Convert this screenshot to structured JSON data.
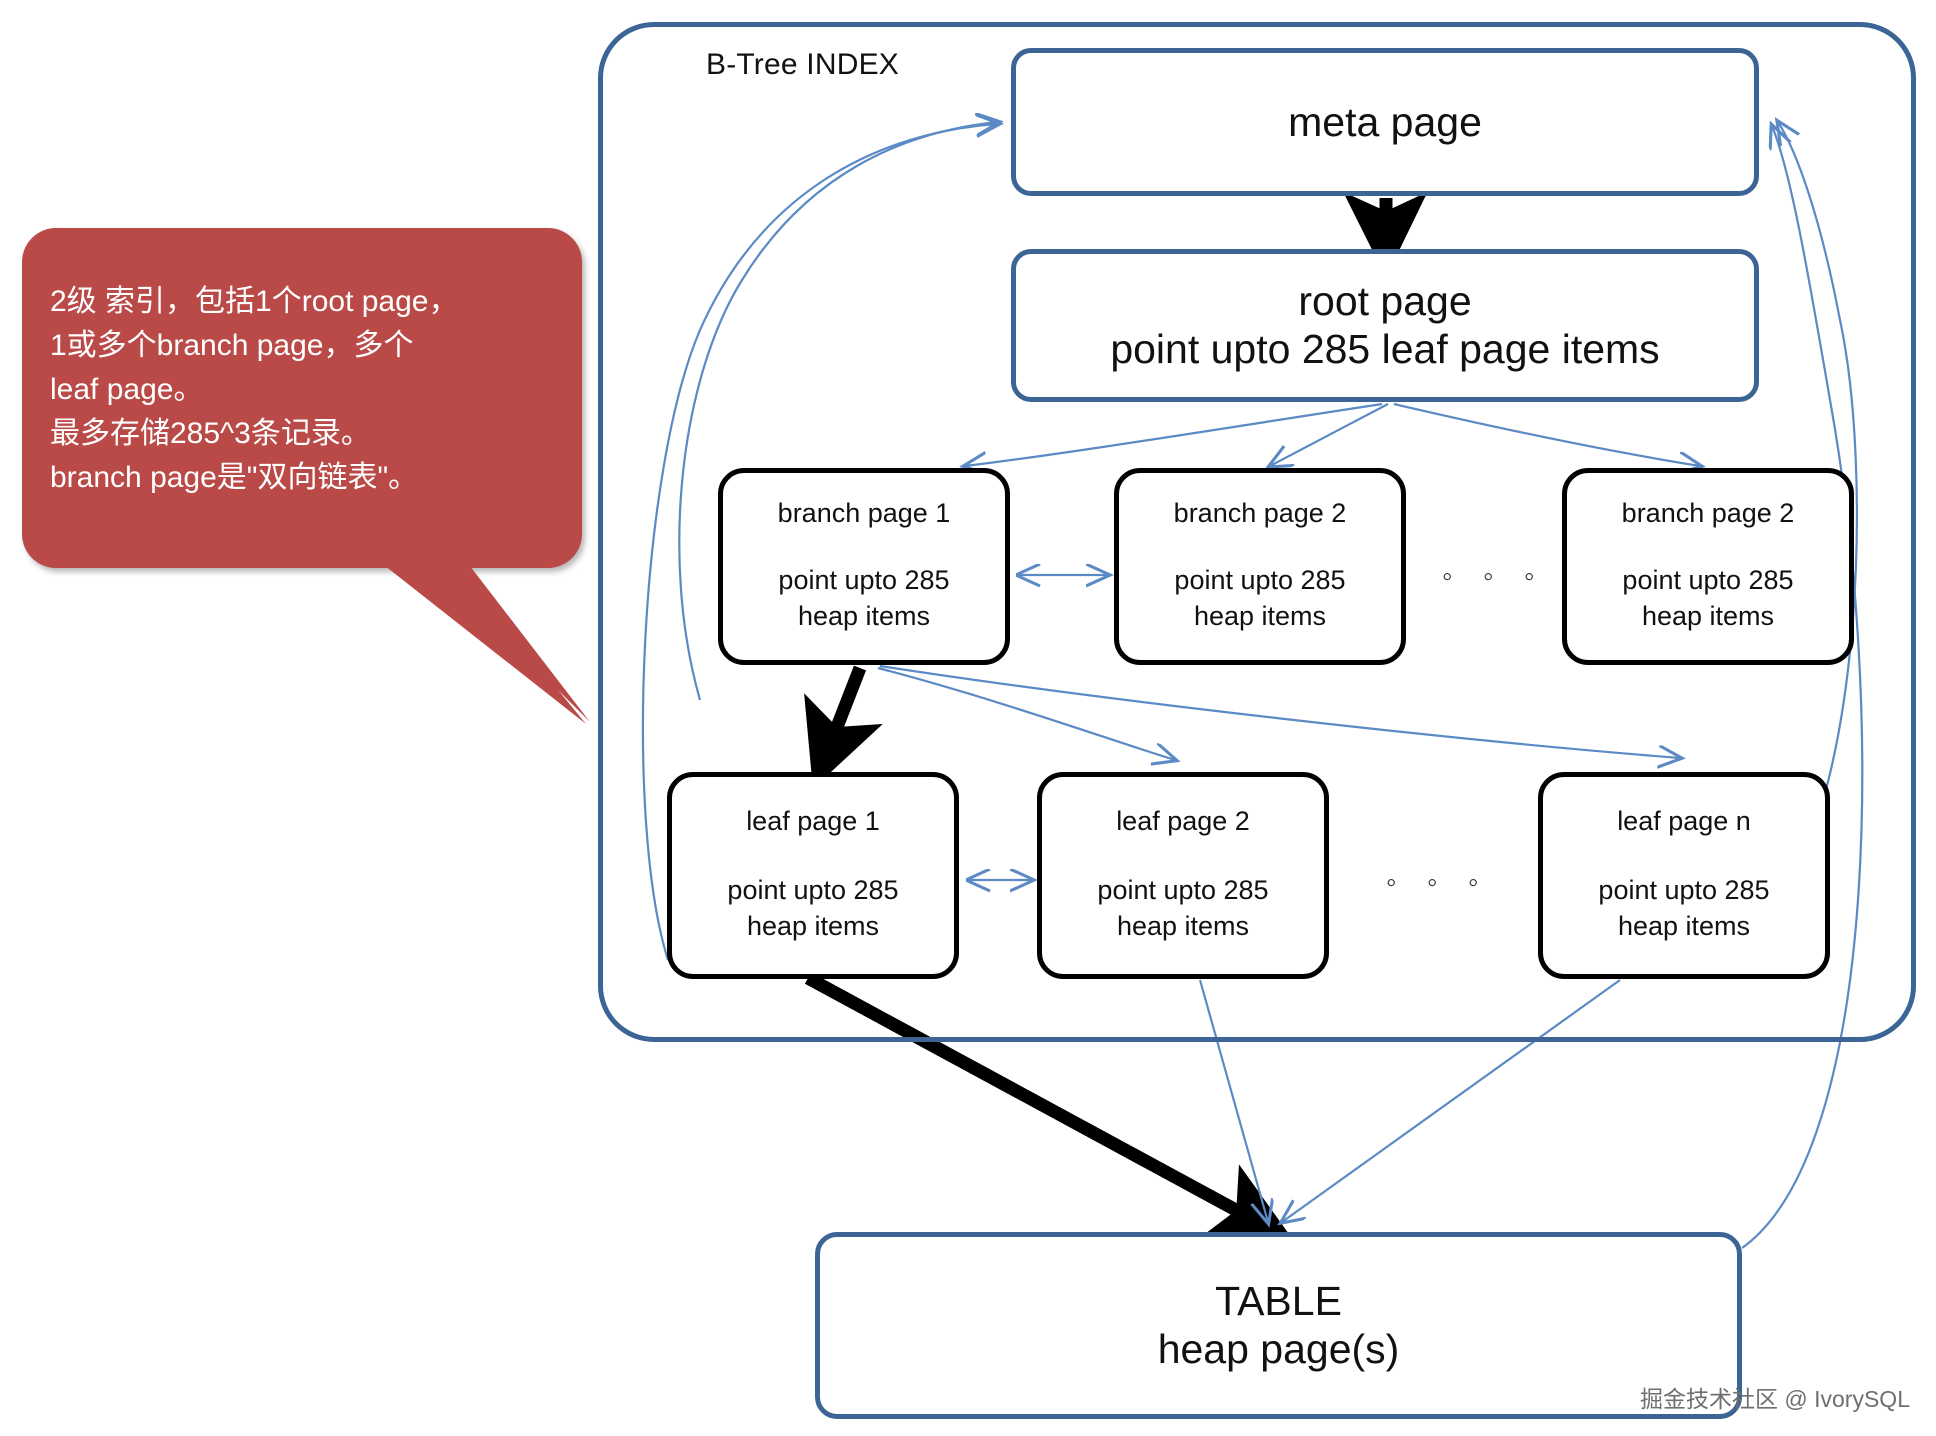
{
  "diagram": {
    "title": "B-Tree INDEX",
    "index_label": "B-Tree INDEX"
  },
  "callout": {
    "text": "2级 索引，包括1个root page，\n1或多个branch page，多个\nleaf page。\n最多存储285^3条记录。\nbranch page是\"双向链表\"。",
    "bg_color": "#b94a48",
    "text_color": "#ffffff"
  },
  "nodes": {
    "meta_page": {
      "title": "meta page",
      "detail": ""
    },
    "root_page": {
      "title": "root page",
      "detail": "point upto 285 leaf page items"
    },
    "branch_pages": [
      {
        "title": "branch page 1",
        "detail_line1": "point upto  285",
        "detail_line2": "heap items"
      },
      {
        "title": "branch page 2",
        "detail_line1": "point upto  285",
        "detail_line2": "heap items"
      },
      {
        "title": "branch page 2",
        "detail_line1": "point upto  285",
        "detail_line2": "heap items"
      }
    ],
    "leaf_pages": [
      {
        "title": "leaf page 1",
        "detail_line1": "point upto  285",
        "detail_line2": "heap items"
      },
      {
        "title": "leaf page 2",
        "detail_line1": "point upto  285",
        "detail_line2": "heap items"
      },
      {
        "title": "leaf page n",
        "detail_line1": "point upto  285",
        "detail_line2": "heap items"
      }
    ],
    "table": {
      "line1": "TABLE",
      "line2": "heap page(s)"
    }
  },
  "ellipsis": {
    "branch_row": "◦  ◦  ◦",
    "leaf_row": "◦  ◦  ◦"
  },
  "colors": {
    "index_border": "#3c6595",
    "page_border_blue": "#3c6595",
    "page_border_black": "#000000",
    "connector_blue": "#5b8ac4",
    "connector_black": "#000000",
    "callout_red": "#b94a48"
  },
  "watermark": {
    "text": "掘金技术社区 @ IvorySQL"
  }
}
